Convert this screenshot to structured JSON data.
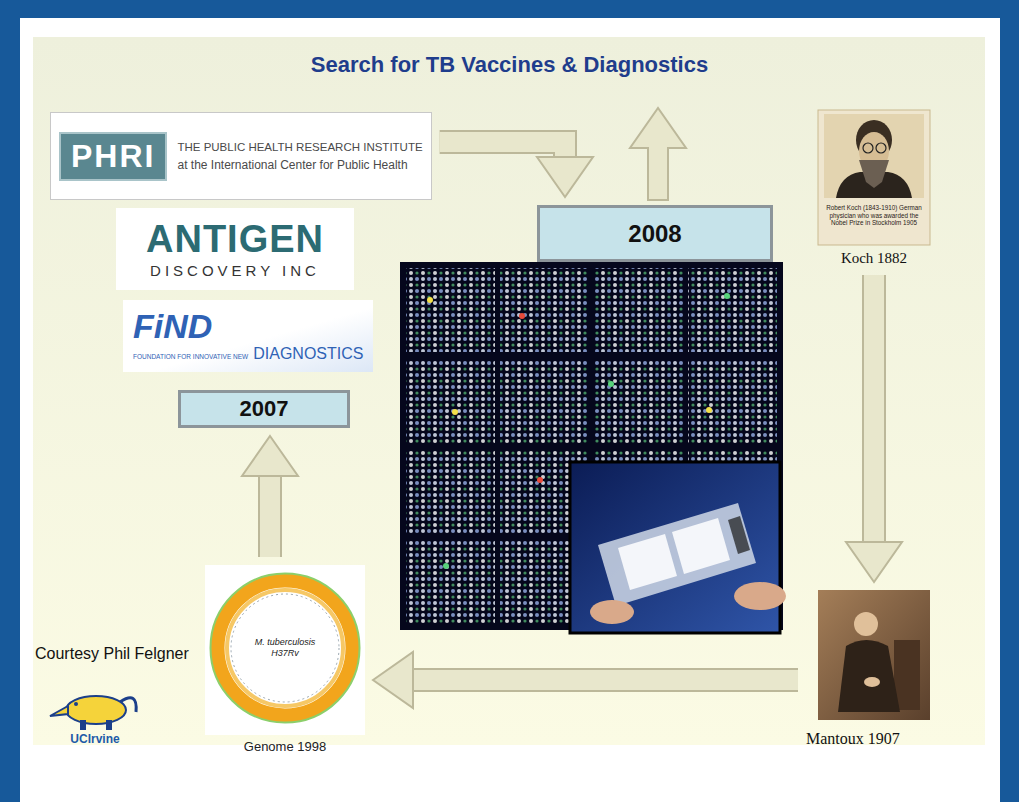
{
  "diagram": {
    "title": "Search for TB Vaccines & Diagnostics",
    "nodes": [
      {
        "text": [
          "PHRI",
          "THE PUBLIC HEALTH RESEARCH INSTITUTE",
          "at the International Center for Public Health"
        ]
      },
      {
        "text": [
          "ANTIGEN",
          "DISCOVERY INC"
        ]
      },
      {
        "text": [
          "FiND",
          "FOUNDATION FOR INNOVATIVE NEW",
          "DIAGNOSTICS"
        ]
      },
      {
        "text": [
          "2007"
        ]
      },
      {
        "text": [
          "2008"
        ]
      },
      {
        "text": [
          "Robert Koch (1843-1910) German physician who was awarded the Nobel Prize in Stockholm 1905",
          "Koch 1882"
        ]
      },
      {
        "text": [
          "M. tuberculosis H37Rv",
          "Genome 1998"
        ]
      },
      {
        "text": [
          "Mantoux 1907"
        ]
      },
      {
        "text": [
          "UCIrvine"
        ]
      }
    ],
    "edges": [
      {
        "from": 5,
        "to": 7,
        "arrow": "to"
      },
      {
        "from": 7,
        "to": 6,
        "arrow": "to"
      },
      {
        "from": 6,
        "to": 3,
        "arrow": "to"
      },
      {
        "from": 0,
        "to": 4,
        "arrow": "to"
      }
    ],
    "labels": [
      "Courtesy Phil Felgner"
    ]
  }
}
